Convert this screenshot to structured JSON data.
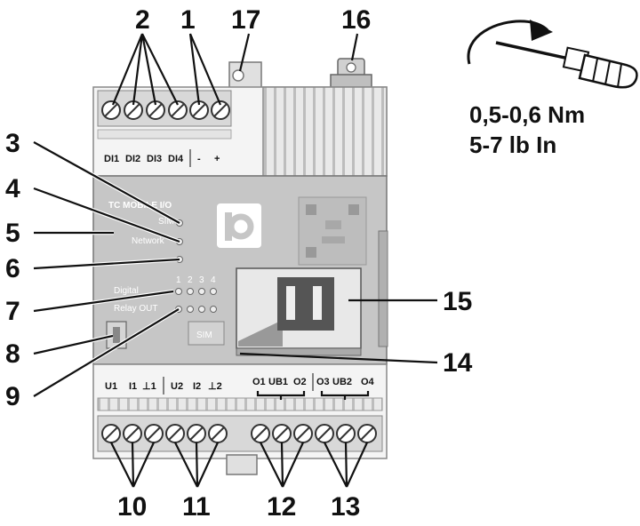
{
  "callouts": {
    "c1": "1",
    "c2": "2",
    "c3": "3",
    "c4": "4",
    "c5": "5",
    "c6": "6",
    "c7": "7",
    "c8": "8",
    "c9": "9",
    "c10": "10",
    "c11": "11",
    "c12": "12",
    "c13": "13",
    "c14": "14",
    "c15": "15",
    "c16": "16",
    "c17": "17"
  },
  "top_terminals": {
    "di1": "DI1",
    "di2": "DI2",
    "di3": "DI3",
    "di4": "DI4",
    "minus": "-",
    "plus": "+"
  },
  "bottom_terminals": {
    "u1": "U1",
    "i1": "I1",
    "g1": "⊥1",
    "u2": "U2",
    "i2": "I2",
    "g2": "⊥2",
    "o1": "O1",
    "ub1": "UB1",
    "o2": "O2",
    "o3": "O3",
    "ub2": "UB2",
    "o4": "O4"
  },
  "front_panel": {
    "product": "TC MOBILE I/O",
    "sim": "SIM",
    "network": "Network",
    "digital": "Digital",
    "relay_out": "Relay OUT",
    "ch1": "1",
    "ch2": "2",
    "ch3": "3",
    "ch4": "4",
    "sim_slot": "SIM"
  },
  "torque": {
    "metric": "0,5-0,6 Nm",
    "imperial": "5-7 lb In"
  }
}
